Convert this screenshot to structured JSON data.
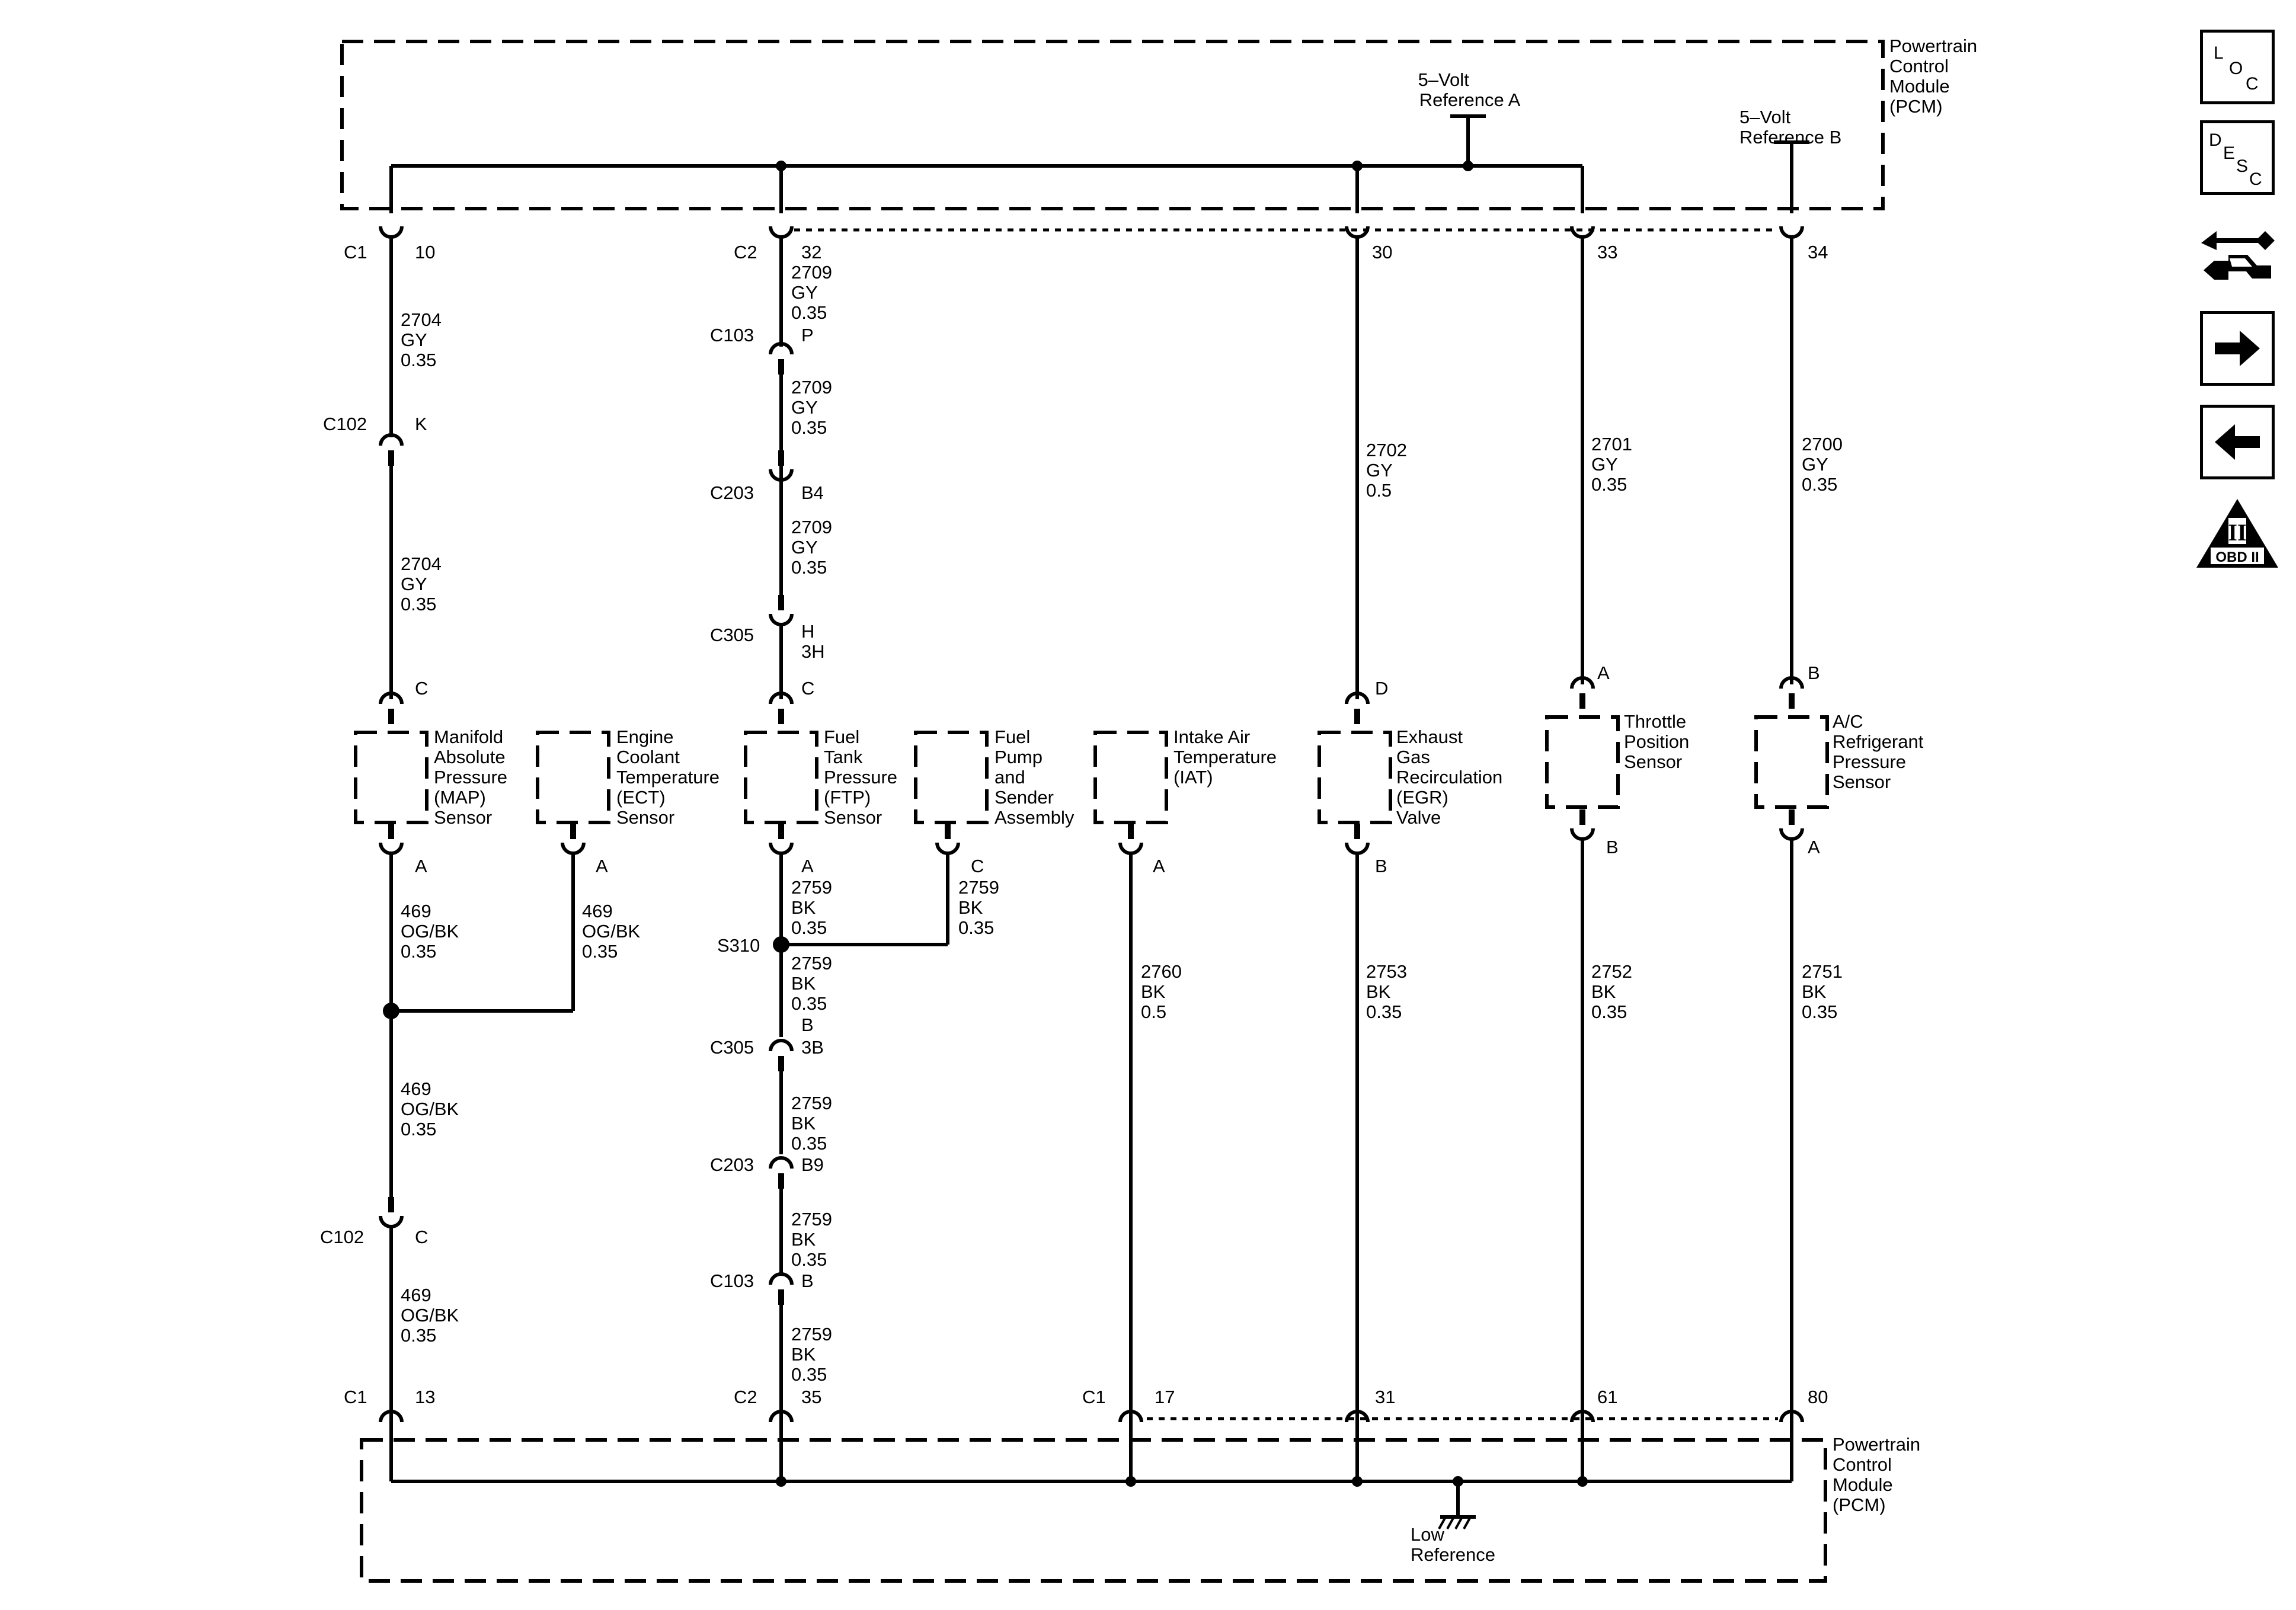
{
  "pcm_top": {
    "label": [
      "Powertrain",
      "Control",
      "Module",
      "(PCM)"
    ]
  },
  "pcm_bottom": {
    "label": [
      "Powertrain",
      "Control",
      "Module",
      "(PCM)"
    ]
  },
  "ref_a": [
    "5–Volt",
    "Reference A"
  ],
  "ref_b": [
    "5–Volt",
    "Reference B"
  ],
  "low_ref": [
    "Low",
    "Reference"
  ],
  "top_pins": [
    {
      "conn": "C1",
      "pin": "10"
    },
    {
      "conn": "C2",
      "pin": "32"
    },
    {
      "conn": "",
      "pin": "30"
    },
    {
      "conn": "",
      "pin": "33"
    },
    {
      "conn": "",
      "pin": "34"
    }
  ],
  "bottom_pins": [
    {
      "conn": "C1",
      "pin": "13"
    },
    {
      "conn": "C2",
      "pin": "35"
    },
    {
      "conn": "C1",
      "pin": "17"
    },
    {
      "conn": "",
      "pin": "31"
    },
    {
      "conn": "",
      "pin": "61"
    },
    {
      "conn": "",
      "pin": "80"
    }
  ],
  "wires": {
    "map_top_1": [
      "2704",
      "GY",
      "0.35"
    ],
    "map_top_2": [
      "2704",
      "GY",
      "0.35"
    ],
    "ftp_top_1": [
      "2709",
      "GY",
      "0.35"
    ],
    "ftp_top_2": [
      "2709",
      "GY",
      "0.35"
    ],
    "ftp_top_3": [
      "2709",
      "GY",
      "0.35"
    ],
    "egr_top": [
      "2702",
      "GY",
      "0.5"
    ],
    "tps_top": [
      "2701",
      "GY",
      "0.35"
    ],
    "ac_top": [
      "2700",
      "GY",
      "0.35"
    ],
    "map_low": [
      "469",
      "OG/BK",
      "0.35"
    ],
    "ect_low": [
      "469",
      "OG/BK",
      "0.35"
    ],
    "low_mid": [
      "469",
      "OG/BK",
      "0.35"
    ],
    "low_bot": [
      "469",
      "OG/BK",
      "0.35"
    ],
    "ftp_low": [
      "2759",
      "BK",
      "0.35"
    ],
    "fuel_low": [
      "2759",
      "BK",
      "0.35"
    ],
    "s310_low": [
      "2759",
      "BK",
      "0.35"
    ],
    "c305_low": [
      "2759",
      "BK",
      "0.35"
    ],
    "c203_low": [
      "2759",
      "BK",
      "0.35"
    ],
    "c103_low": [
      "2759",
      "BK",
      "0.35"
    ],
    "iat_low": [
      "2760",
      "BK",
      "0.5"
    ],
    "egr_low": [
      "2753",
      "BK",
      "0.35"
    ],
    "tps_low": [
      "2752",
      "BK",
      "0.35"
    ],
    "ac_low": [
      "2751",
      "BK",
      "0.35"
    ]
  },
  "connectors": {
    "c102_top": {
      "name": "C102",
      "pin": "K"
    },
    "c103_top": {
      "name": "C103",
      "pin": "P"
    },
    "c203_top": {
      "name": "C203",
      "pin": "B4"
    },
    "c305_top": {
      "name": "C305",
      "pin": "H",
      "pin2": "3H"
    },
    "c305_low": {
      "name": "C305",
      "pin": "B",
      "pin2": "3B"
    },
    "c203_low": {
      "name": "C203",
      "pin": "B9"
    },
    "c103_low": {
      "name": "C103",
      "pin": "B"
    },
    "c102_low": {
      "name": "C102",
      "pin": "C"
    },
    "splice": {
      "name": "S310"
    }
  },
  "sensors": {
    "map": {
      "label": [
        "Manifold",
        "Absolute",
        "Pressure",
        "(MAP)",
        "Sensor"
      ],
      "pin_top": "C",
      "pin_bottom": "A"
    },
    "ect": {
      "label": [
        "Engine",
        "Coolant",
        "Temperature",
        "(ECT)",
        "Sensor"
      ],
      "pin_bottom": "A"
    },
    "ftp": {
      "label": [
        "Fuel",
        "Tank",
        "Pressure",
        "(FTP)",
        "Sensor"
      ],
      "pin_top": "C",
      "pin_bottom": "A"
    },
    "fuel_pump": {
      "label": [
        "Fuel",
        "Pump",
        "and",
        "Sender",
        "Assembly"
      ],
      "pin_bottom": "C"
    },
    "iat": {
      "label": [
        "Intake Air",
        "Temperature",
        "(IAT)"
      ],
      "pin_bottom": "A"
    },
    "egr": {
      "label": [
        "Exhaust",
        "Gas",
        "Recirculation",
        "(EGR)",
        "Valve"
      ],
      "pin_top": "D",
      "pin_bottom": "B"
    },
    "tps": {
      "label": [
        "Throttle",
        "Position",
        "Sensor"
      ],
      "pin_top": "A",
      "pin_bottom": "B"
    },
    "ac": {
      "label": [
        "A/C",
        "Refrigerant",
        "Pressure",
        "Sensor"
      ],
      "pin_top": "B",
      "pin_bottom": "A"
    }
  },
  "side_buttons": {
    "loc": [
      "L",
      "O",
      "C"
    ],
    "desc": [
      "D",
      "E",
      "S",
      "C"
    ],
    "obd": "OBD II",
    "obd_roman": "II"
  }
}
